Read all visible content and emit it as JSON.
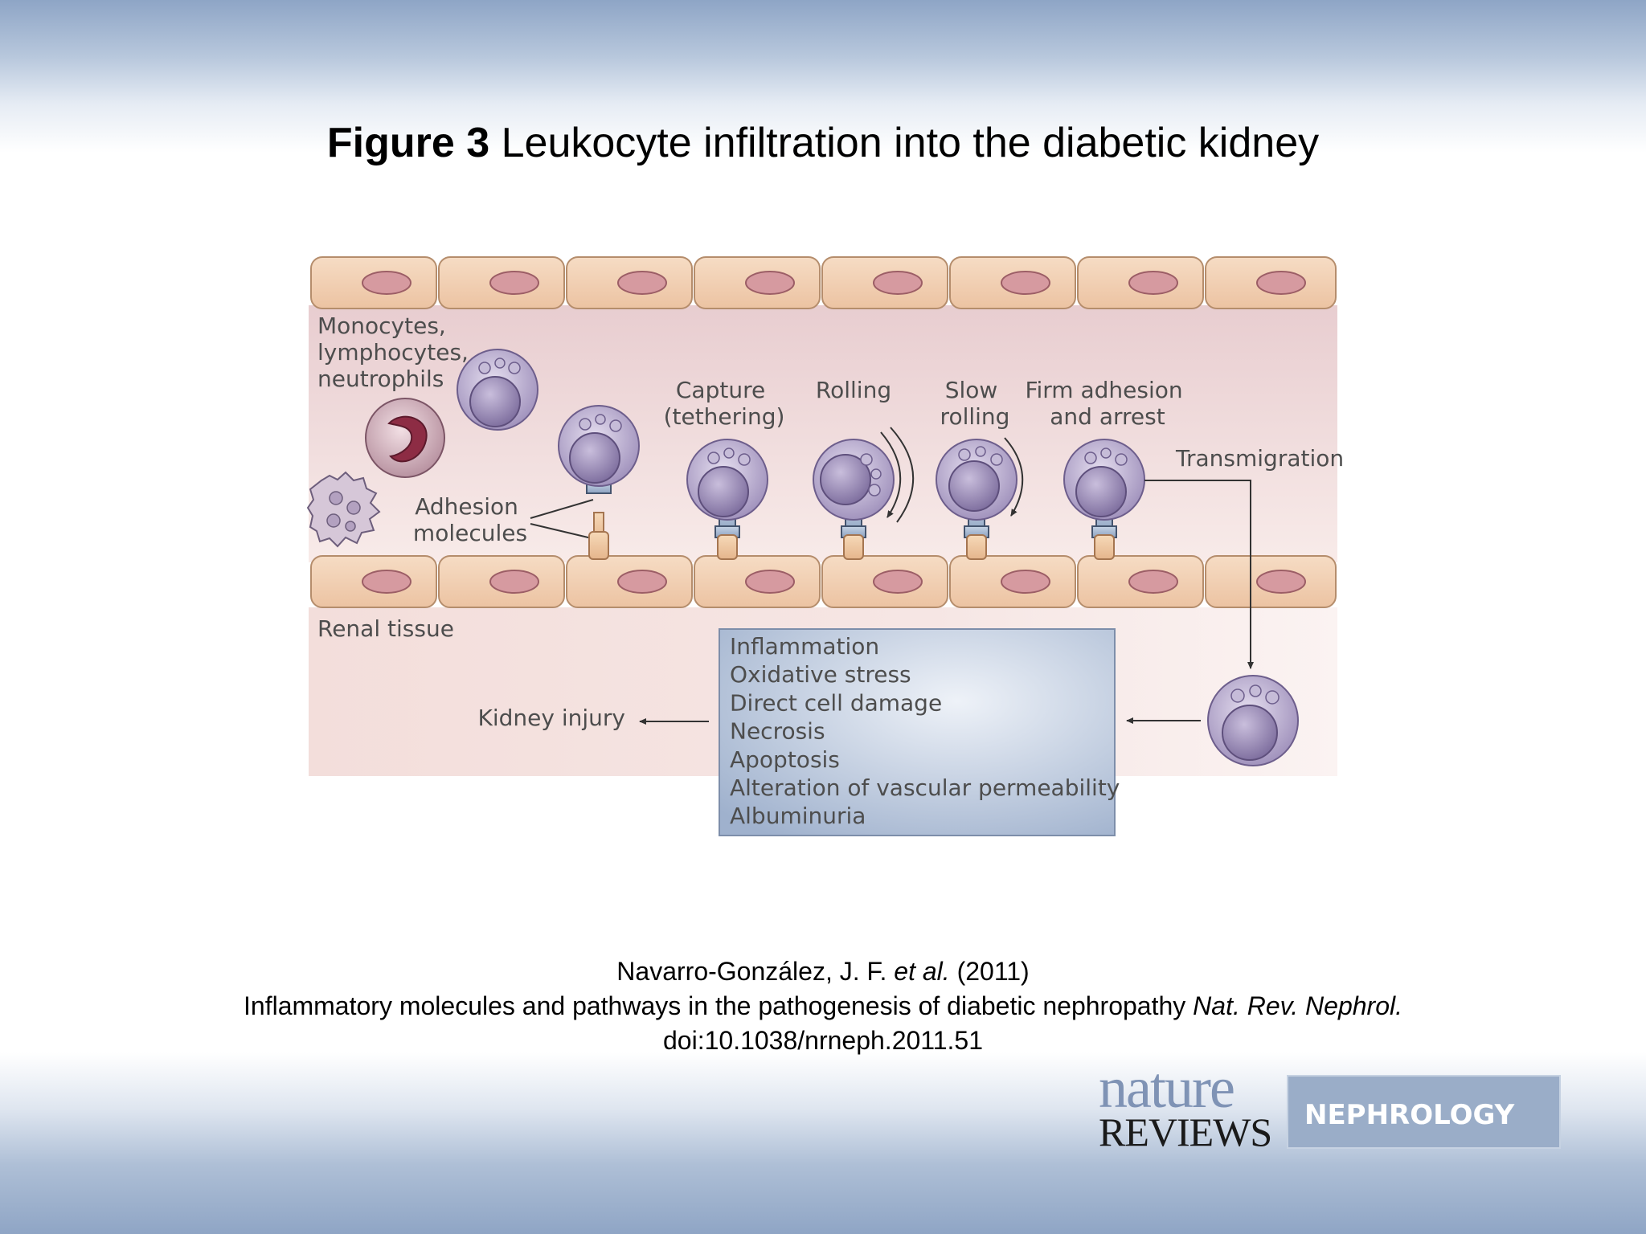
{
  "title": {
    "bold": "Figure 3",
    "rest": " Leukocyte infiltration into the diabetic kidney"
  },
  "diagram": {
    "cell_types_label": [
      "Monocytes,",
      "lymphocytes,",
      "neutrophils"
    ],
    "adhesion_label": [
      "Adhesion",
      "molecules"
    ],
    "steps": [
      {
        "label": [
          "Capture",
          "(tethering)"
        ]
      },
      {
        "label": [
          "Rolling"
        ]
      },
      {
        "label": [
          "Slow",
          "rolling"
        ]
      },
      {
        "label": [
          "Firm adhesion",
          "and arrest"
        ]
      }
    ],
    "transmigration_label": "Transmigration",
    "renal_tissue_label": "Renal tissue",
    "effects": [
      "Inflammation",
      "Oxidative stress",
      "Direct cell damage",
      "Necrosis",
      "Apoptosis",
      "Alteration of vascular permeability",
      "Albuminuria"
    ],
    "kidney_injury_label": "Kidney injury"
  },
  "citation": {
    "authors": "Navarro-González, J. F. ",
    "etal": "et al.",
    "year": " (2011)",
    "title": "Inflammatory molecules and pathways in the pathogenesis of diabetic nephropathy ",
    "journal": "Nat. Rev. Nephrol.",
    "doi": "doi:10.1038/nrneph.2011.51"
  },
  "logo": {
    "nature": "nature",
    "reviews": "REVIEWS",
    "section": "NEPHROLOGY"
  }
}
